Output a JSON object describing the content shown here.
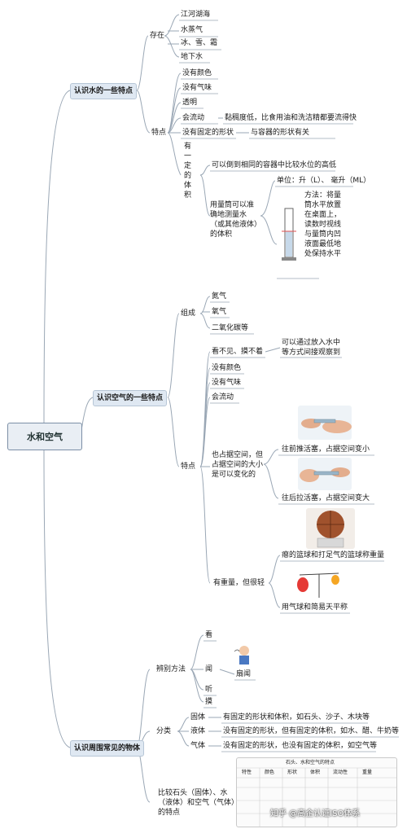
{
  "root": "水和空气",
  "water": {
    "title": "认识水的一些特点",
    "exist": {
      "label": "存在",
      "items": [
        "江河湖海",
        "水蒸气",
        "冰、雪、霜",
        "地下水"
      ]
    },
    "features": {
      "label": "特点",
      "color": "没有颜色",
      "smell": "没有气味",
      "clear": "透明",
      "flow": "会流动",
      "flow_note": "黏稠度低，比食用油和洗洁精都要流得快",
      "shape": "没有固定的形状",
      "shape_note": "与容器的形状有关",
      "volume": "有一定的体积",
      "volume_note1": "可以倒到相同的容器中比较水位的高低",
      "volume_note2": "用量筒可以准确地测量水（或其他液体）的体积",
      "unit": "单位：升（L）、  毫升（ML）",
      "method": "方法：将量筒水平放置在桌面上，读数时视线与量筒内凹液面最低地处保持水平"
    }
  },
  "air": {
    "title": "认识空气的一些特点",
    "composition": {
      "label": "组成",
      "items": [
        "氮气",
        "氧气",
        "二氧化碳等"
      ]
    },
    "features": {
      "label": "特点",
      "invisible": "看不见、摸不着",
      "invisible_note": "可以通过放入水中等方式间接观察到",
      "color": "没有颜色",
      "smell": "没有气味",
      "flow": "会流动",
      "space": "也占据空间，但占据空间的大小是可以变化的",
      "push": "往前推活塞，占据空间变小",
      "pull": "往后拉活塞，占据空间变大",
      "weight": "有重量，但很轻",
      "weigh1": "瘪的篮球和打足气的篮球称重量",
      "weigh2": "用气球和简易天平称"
    }
  },
  "objects": {
    "title": "认识周围常见的物体",
    "methods": {
      "label": "辨别方法",
      "look": "看",
      "smell": "闻",
      "fan": "扇闻",
      "listen": "听",
      "touch": "摸"
    },
    "classify": {
      "label": "分类",
      "solid": "固体",
      "solid_note": "有固定的形状和体积，如石头、沙子、木块等",
      "liquid": "液体",
      "liquid_note": "没有固定的形状，但有固定的体积，如水、醋、牛奶等",
      "gas": "气体",
      "gas_note": "没有固定的形状，也没有固定的体积，如空气等"
    },
    "compare": "比较石头（固体）、水（液体）和空气（气体）的特点",
    "table_title": "石头、水和空气的特点",
    "table_header": [
      "特性",
      "颜色",
      "形状",
      "体积",
      "流动性",
      "重量"
    ]
  },
  "watermark": "知乎 @高企认证ISO体系",
  "colors": {
    "line": "#9aa7b5",
    "node": "#dfe8f2"
  }
}
